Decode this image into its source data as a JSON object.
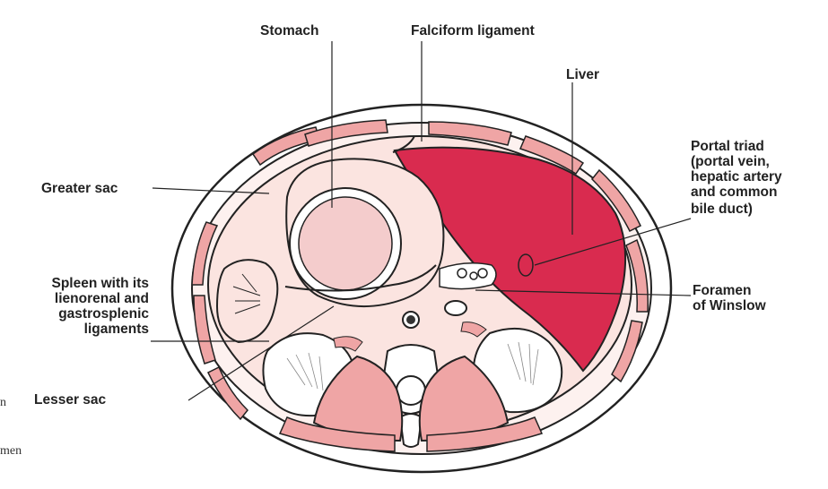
{
  "labels": {
    "stomach": "Stomach",
    "falciform": "Falciform ligament",
    "liver": "Liver",
    "portal_triad": [
      "Portal triad",
      "(portal vein,",
      "hepatic artery",
      "and common",
      "bile duct)"
    ],
    "greater_sac": "Greater sac",
    "spleen": [
      "Spleen with its",
      "lienorenal and",
      "gastrosplenic",
      "ligaments"
    ],
    "foramen": [
      "Foramen",
      "of Winslow"
    ],
    "lesser_sac": "Lesser sac"
  },
  "fragments": [
    "n",
    "men"
  ],
  "colors": {
    "liver": "#d92b4f",
    "muscle": "#efa5a5",
    "outline": "#222222",
    "peritoneum": "#fbe4e0",
    "stomach": "#f4cccc",
    "kidney": "#ffffff"
  }
}
